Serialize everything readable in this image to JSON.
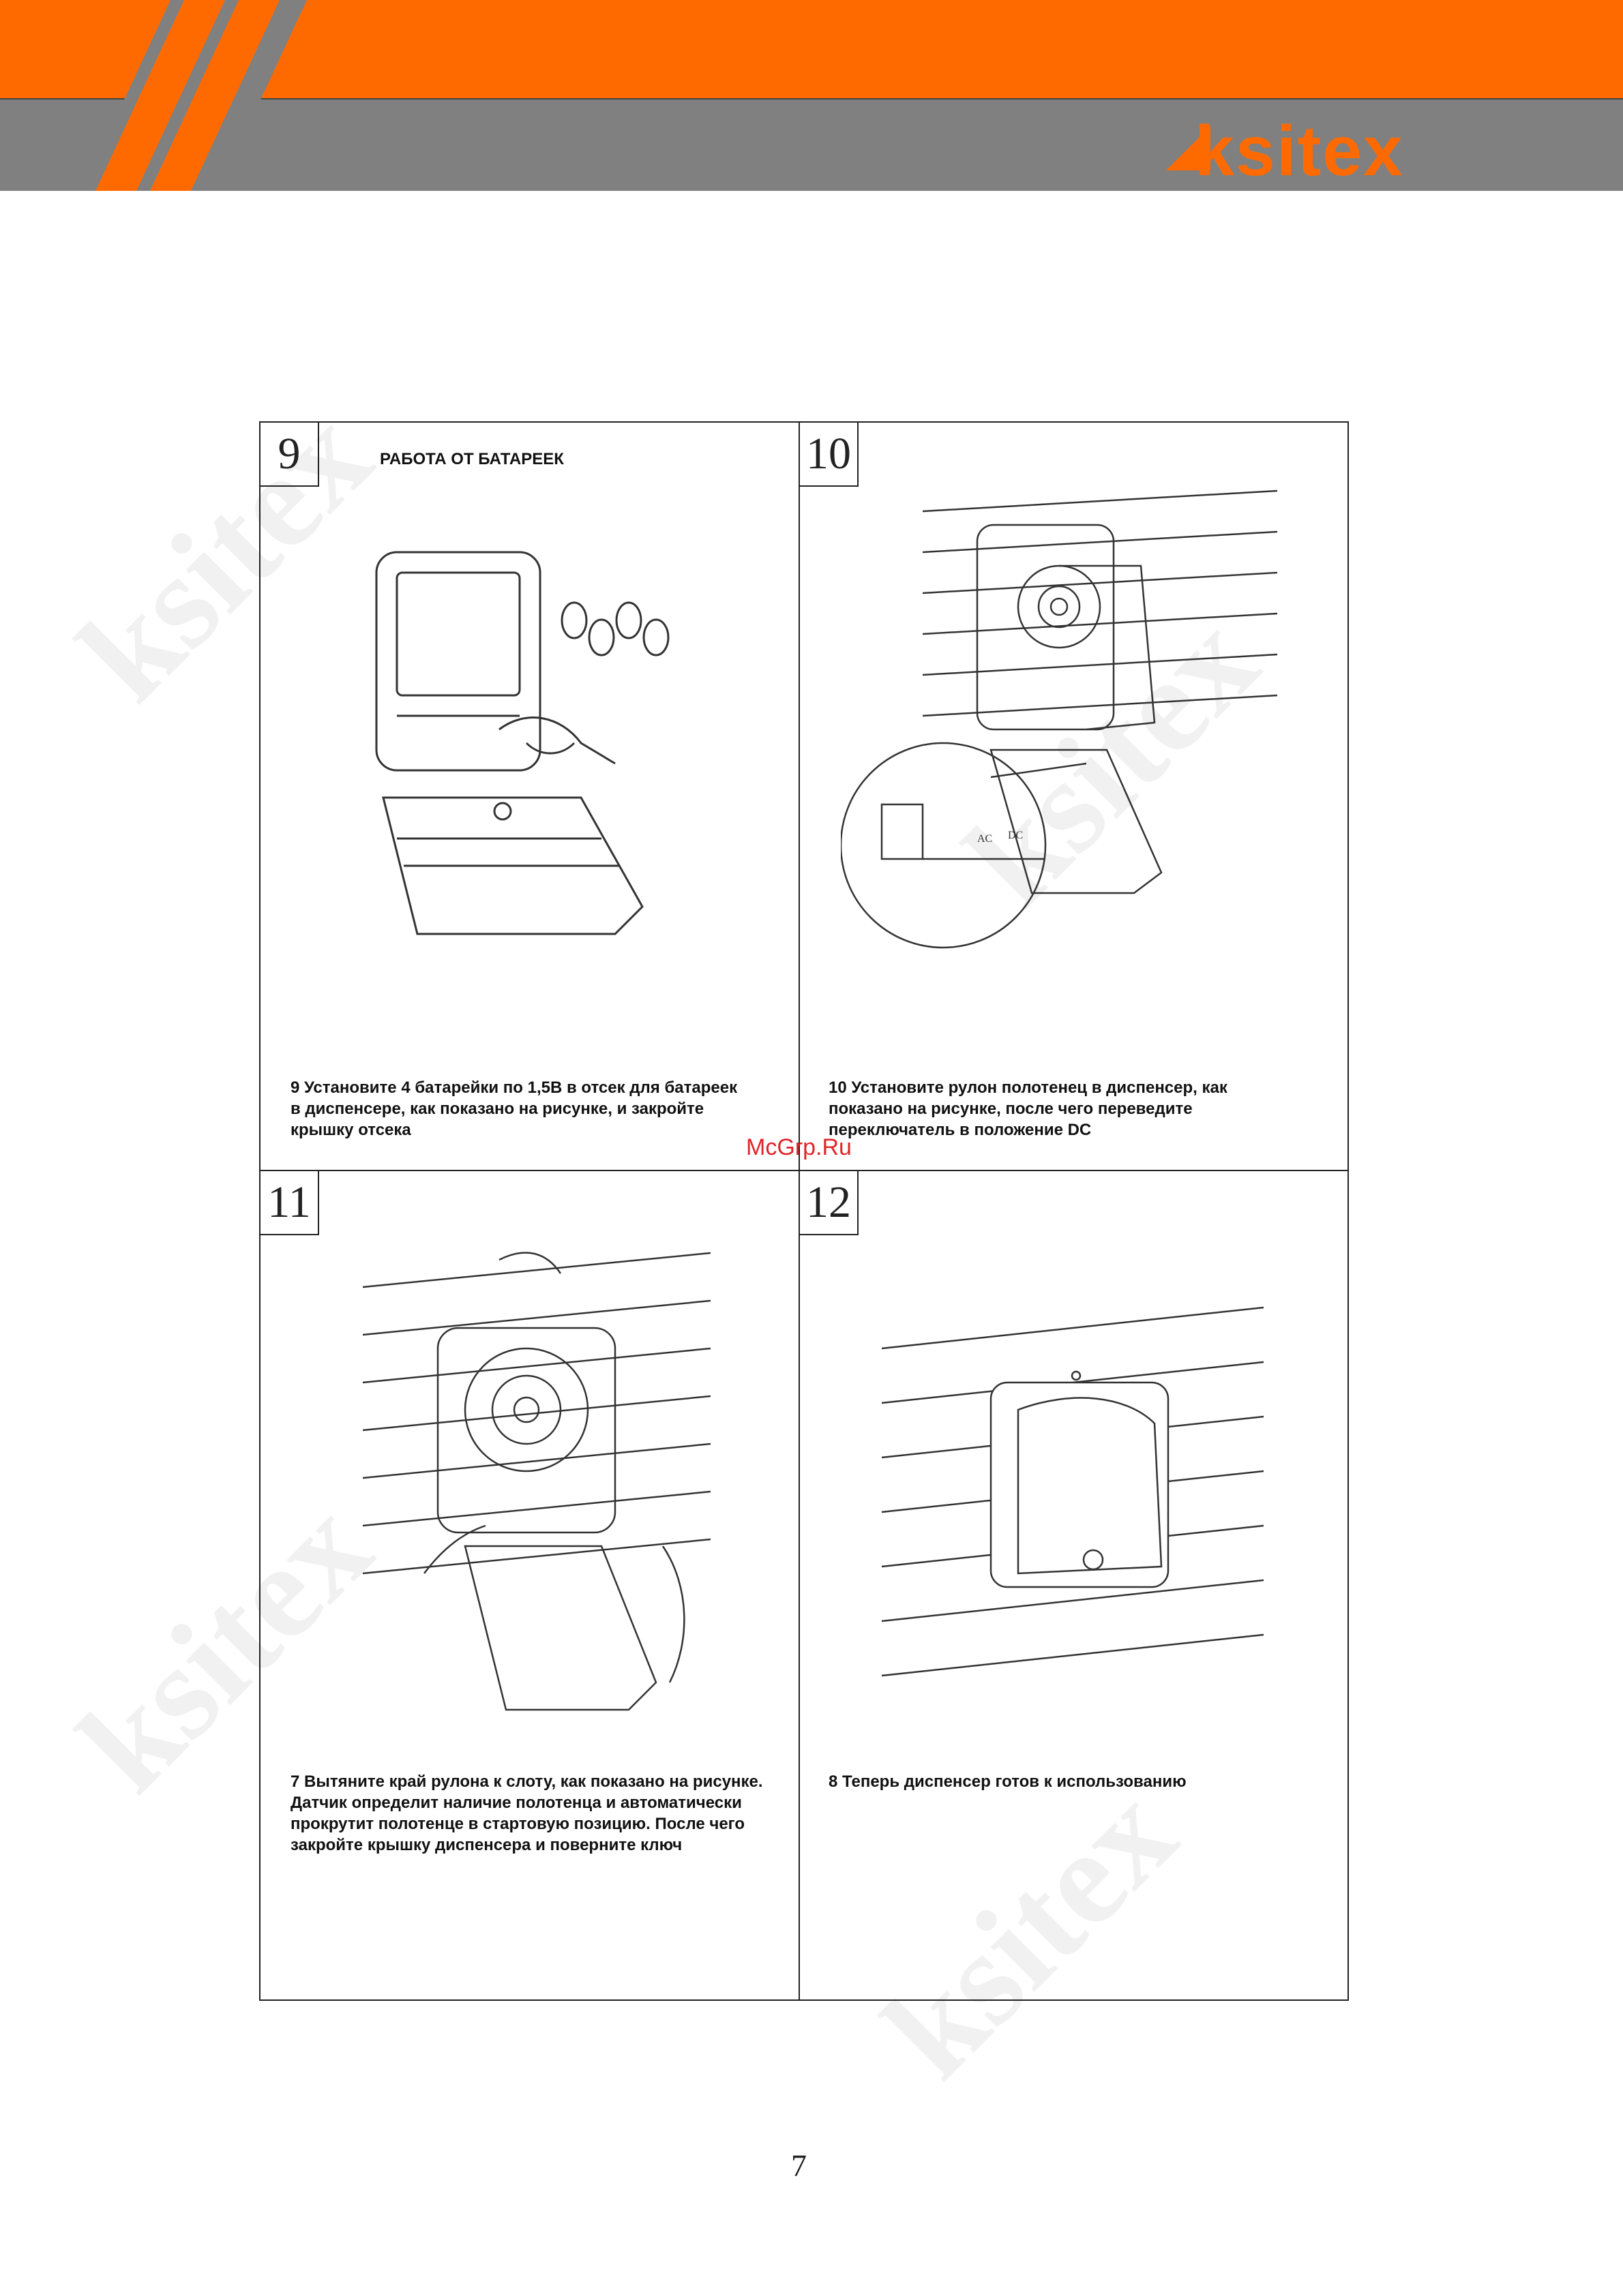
{
  "header": {
    "brand": "ksitex"
  },
  "watermark_text": "ksitex",
  "steps": [
    {
      "number": "9",
      "heading": "РАБОТА ОТ БАТАРЕЕК",
      "lines": [
        "9 Установите 4 батарейки по 1,5В в отсек для батареек",
        "в диспенсере, как показано на рисунке, и закройте",
        "крышку отсека"
      ]
    },
    {
      "number": "10",
      "heading": "",
      "lines": [
        "10 Установите рулон полотенец в диспенсер, как",
        "показано на рисунке, после чего переведите",
        "переключатель в положение DC"
      ],
      "switch_labels": {
        "ac": "AC",
        "dc": "DC"
      }
    },
    {
      "number": "11",
      "heading": "",
      "lines": [
        "7 Вытяните край рулона к слоту, как показано на рисунке.",
        "Датчик определит наличие полотенца и автоматически",
        "прокрутит полотенце в стартовую позицию. После чего",
        "закройте крышку диспенсера и поверните ключ"
      ]
    },
    {
      "number": "12",
      "heading": "",
      "lines": [
        "8 Теперь диспенсер готов к использованию"
      ]
    }
  ],
  "site_mark": "McGrp.Ru",
  "page_number": "7",
  "colors": {
    "accent": "#ff6a00",
    "gray_band": "#808080",
    "line": "#222222"
  }
}
